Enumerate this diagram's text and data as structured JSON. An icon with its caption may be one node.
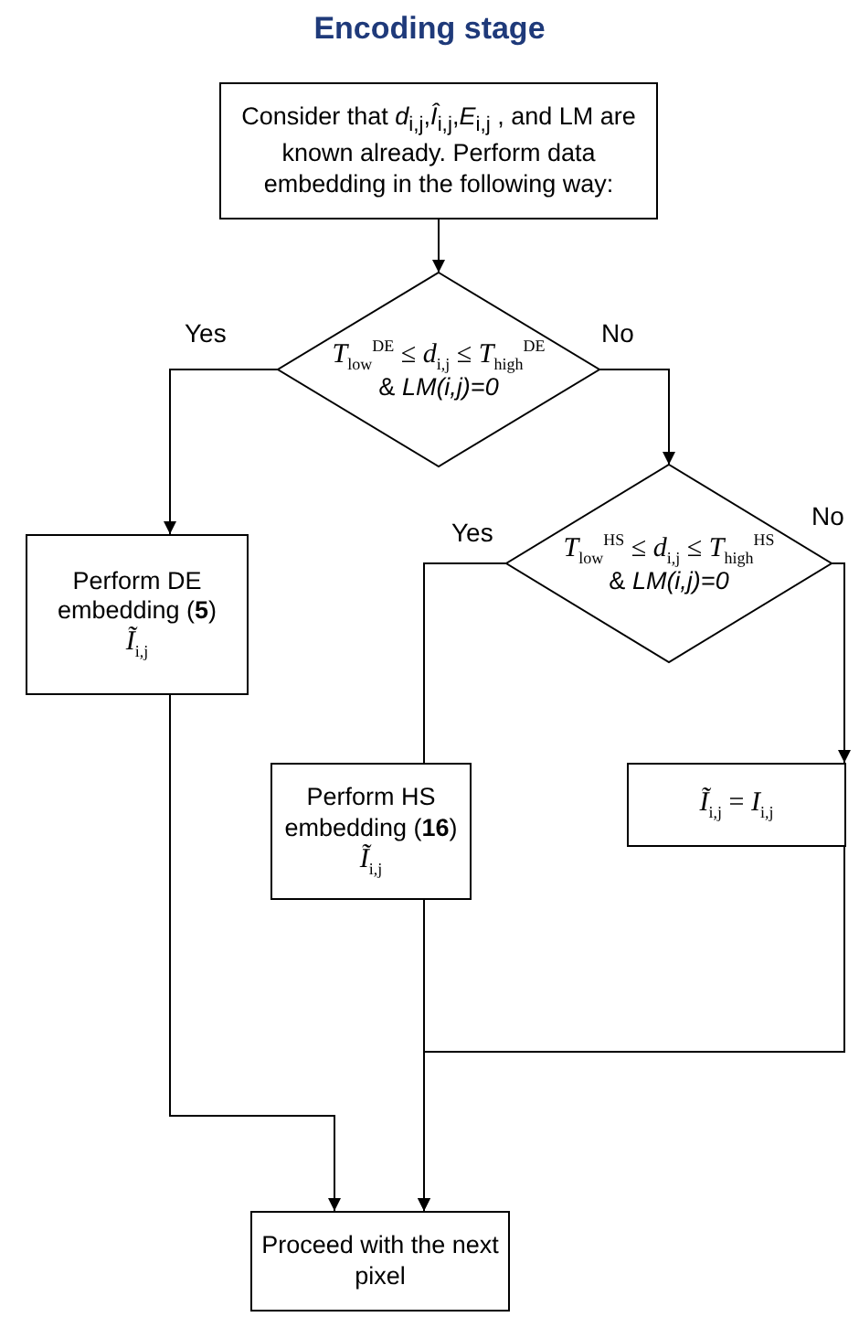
{
  "diagram": {
    "title": "Encoding stage",
    "nodes": [
      {
        "text": [
          "Consider that *d*$_{i,j}$,*Î*$_{i,j}$,*E*$_{i,j}$ , and LM are known already. Perform data embedding in the following way:"
        ]
      },
      {
        "text": [
          "*T*$_{low}$$^{DE}$ ≤ *d*$_{i,j}$ ≤ *T*$_{high}$$^{DE}$",
          "& *LM(i,j)=0*"
        ]
      },
      {
        "text": [
          "Perform DE embedding (**5**)",
          "*Ĩ*$_{i,j}$"
        ]
      },
      {
        "text": [
          "*T*$_{low}$$^{HS}$ ≤ *d*$_{i,j}$ ≤ *T*$_{high}$$^{HS}$",
          "& *LM(i,j)=0*"
        ]
      },
      {
        "text": [
          "Perform HS embedding (**16**)",
          "*Ĩ*$_{i,j}$"
        ]
      },
      {
        "text": [
          "*Ĩ*$_{i,j}$ = *I*$_{i,j}$"
        ]
      },
      {
        "text": [
          "Proceed with the next pixel"
        ]
      }
    ],
    "edges": [
      {
        "from": 0,
        "to": 1,
        "arrow": "to"
      },
      {
        "from": 1,
        "to": 2,
        "arrow": "to",
        "label": "Yes"
      },
      {
        "from": 1,
        "to": 3,
        "arrow": "to",
        "label": "No"
      },
      {
        "from": 3,
        "to": 4,
        "arrow": "none",
        "label": "Yes"
      },
      {
        "from": 3,
        "to": 5,
        "arrow": "to",
        "label": "No"
      },
      {
        "from": 2,
        "to": 6,
        "arrow": "to"
      },
      {
        "from": 4,
        "to": 6,
        "arrow": "to"
      },
      {
        "from": 5,
        "to": 6,
        "arrow": "to"
      }
    ]
  }
}
